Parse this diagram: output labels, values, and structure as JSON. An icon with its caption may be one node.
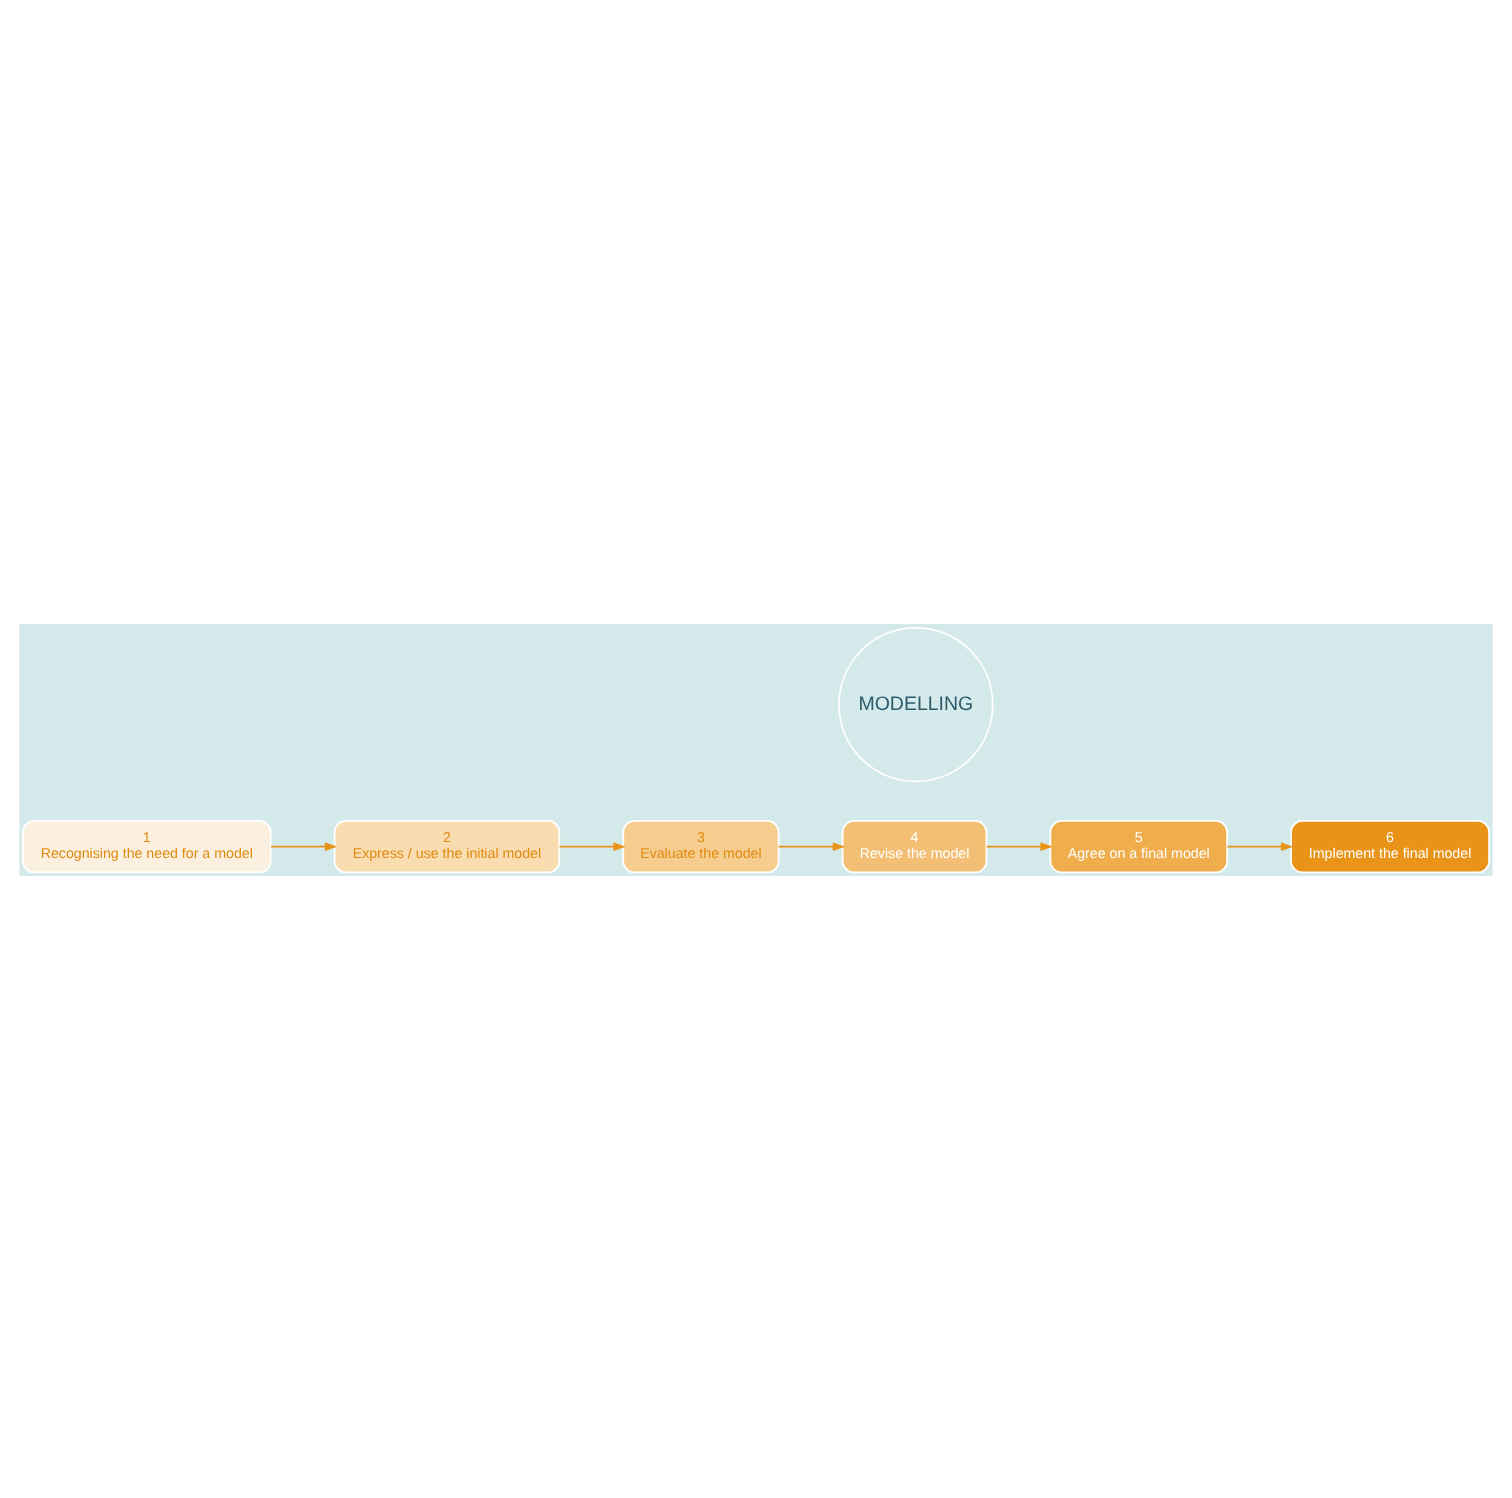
{
  "diagram": {
    "nodes": [
      {
        "text": [
          "1",
          "Recognising the need for a model"
        ]
      },
      {
        "text": [
          "2",
          "Express / use the initial model"
        ]
      },
      {
        "text": [
          "3",
          "Evaluate the model"
        ]
      },
      {
        "text": [
          "4",
          "Revise the model"
        ]
      },
      {
        "text": [
          "5",
          "Agree on a final model"
        ]
      },
      {
        "text": [
          "6",
          "Implement the final model"
        ]
      },
      {
        "text": [
          "MODELLING"
        ]
      }
    ],
    "edges": [
      {
        "from": 0,
        "to": 1,
        "arrow": "to"
      },
      {
        "from": 1,
        "to": 2,
        "arrow": "to"
      },
      {
        "from": 2,
        "to": 3,
        "arrow": "to"
      },
      {
        "from": 3,
        "to": 4,
        "arrow": "to"
      },
      {
        "from": 4,
        "to": 5,
        "arrow": "to"
      }
    ]
  }
}
